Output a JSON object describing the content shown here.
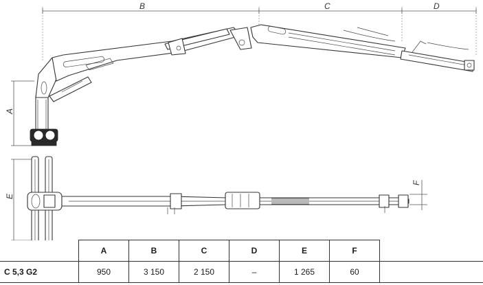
{
  "dimension_labels": {
    "A": "A",
    "B": "B",
    "C": "C",
    "D": "D",
    "E": "E",
    "F": "F"
  },
  "table": {
    "headers": [
      "A",
      "B",
      "C",
      "D",
      "E",
      "F"
    ],
    "rows": [
      {
        "model": "C 5,3 G2",
        "values": [
          "950",
          "3 150",
          "2 150",
          "–",
          "1 265",
          "60"
        ]
      }
    ]
  }
}
